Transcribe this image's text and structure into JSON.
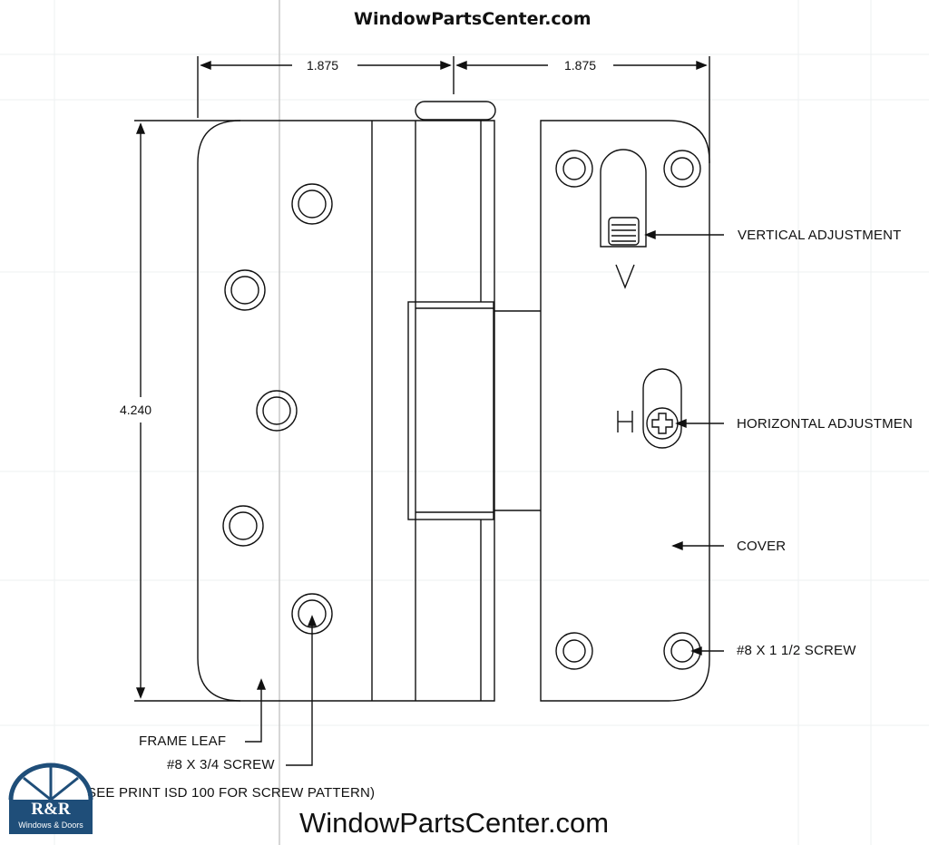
{
  "header": {
    "site": "WindowPartsCenter.com"
  },
  "footer": {
    "site": "WindowPartsCenter.com"
  },
  "logo": {
    "brand": "R&R",
    "tagline": "Windows & Doors",
    "color": "#1f4e79"
  },
  "dimensions": {
    "left_width": "1.875",
    "right_width": "1.875",
    "height": "4.240"
  },
  "callouts": {
    "vertical": "VERTICAL ADJUSTMENT",
    "horizontal": "HORIZONTAL ADJUSTMEN",
    "cover": "COVER",
    "cover_screw": "#8 X 1 1/2 SCREW",
    "frame_leaf": "FRAME LEAF",
    "frame_screw": "#8 X 3/4 SCREW",
    "note": "SEE PRINT ISD 100 FOR SCREW PATTERN)"
  },
  "letters": {
    "v": "V",
    "h": "H"
  }
}
